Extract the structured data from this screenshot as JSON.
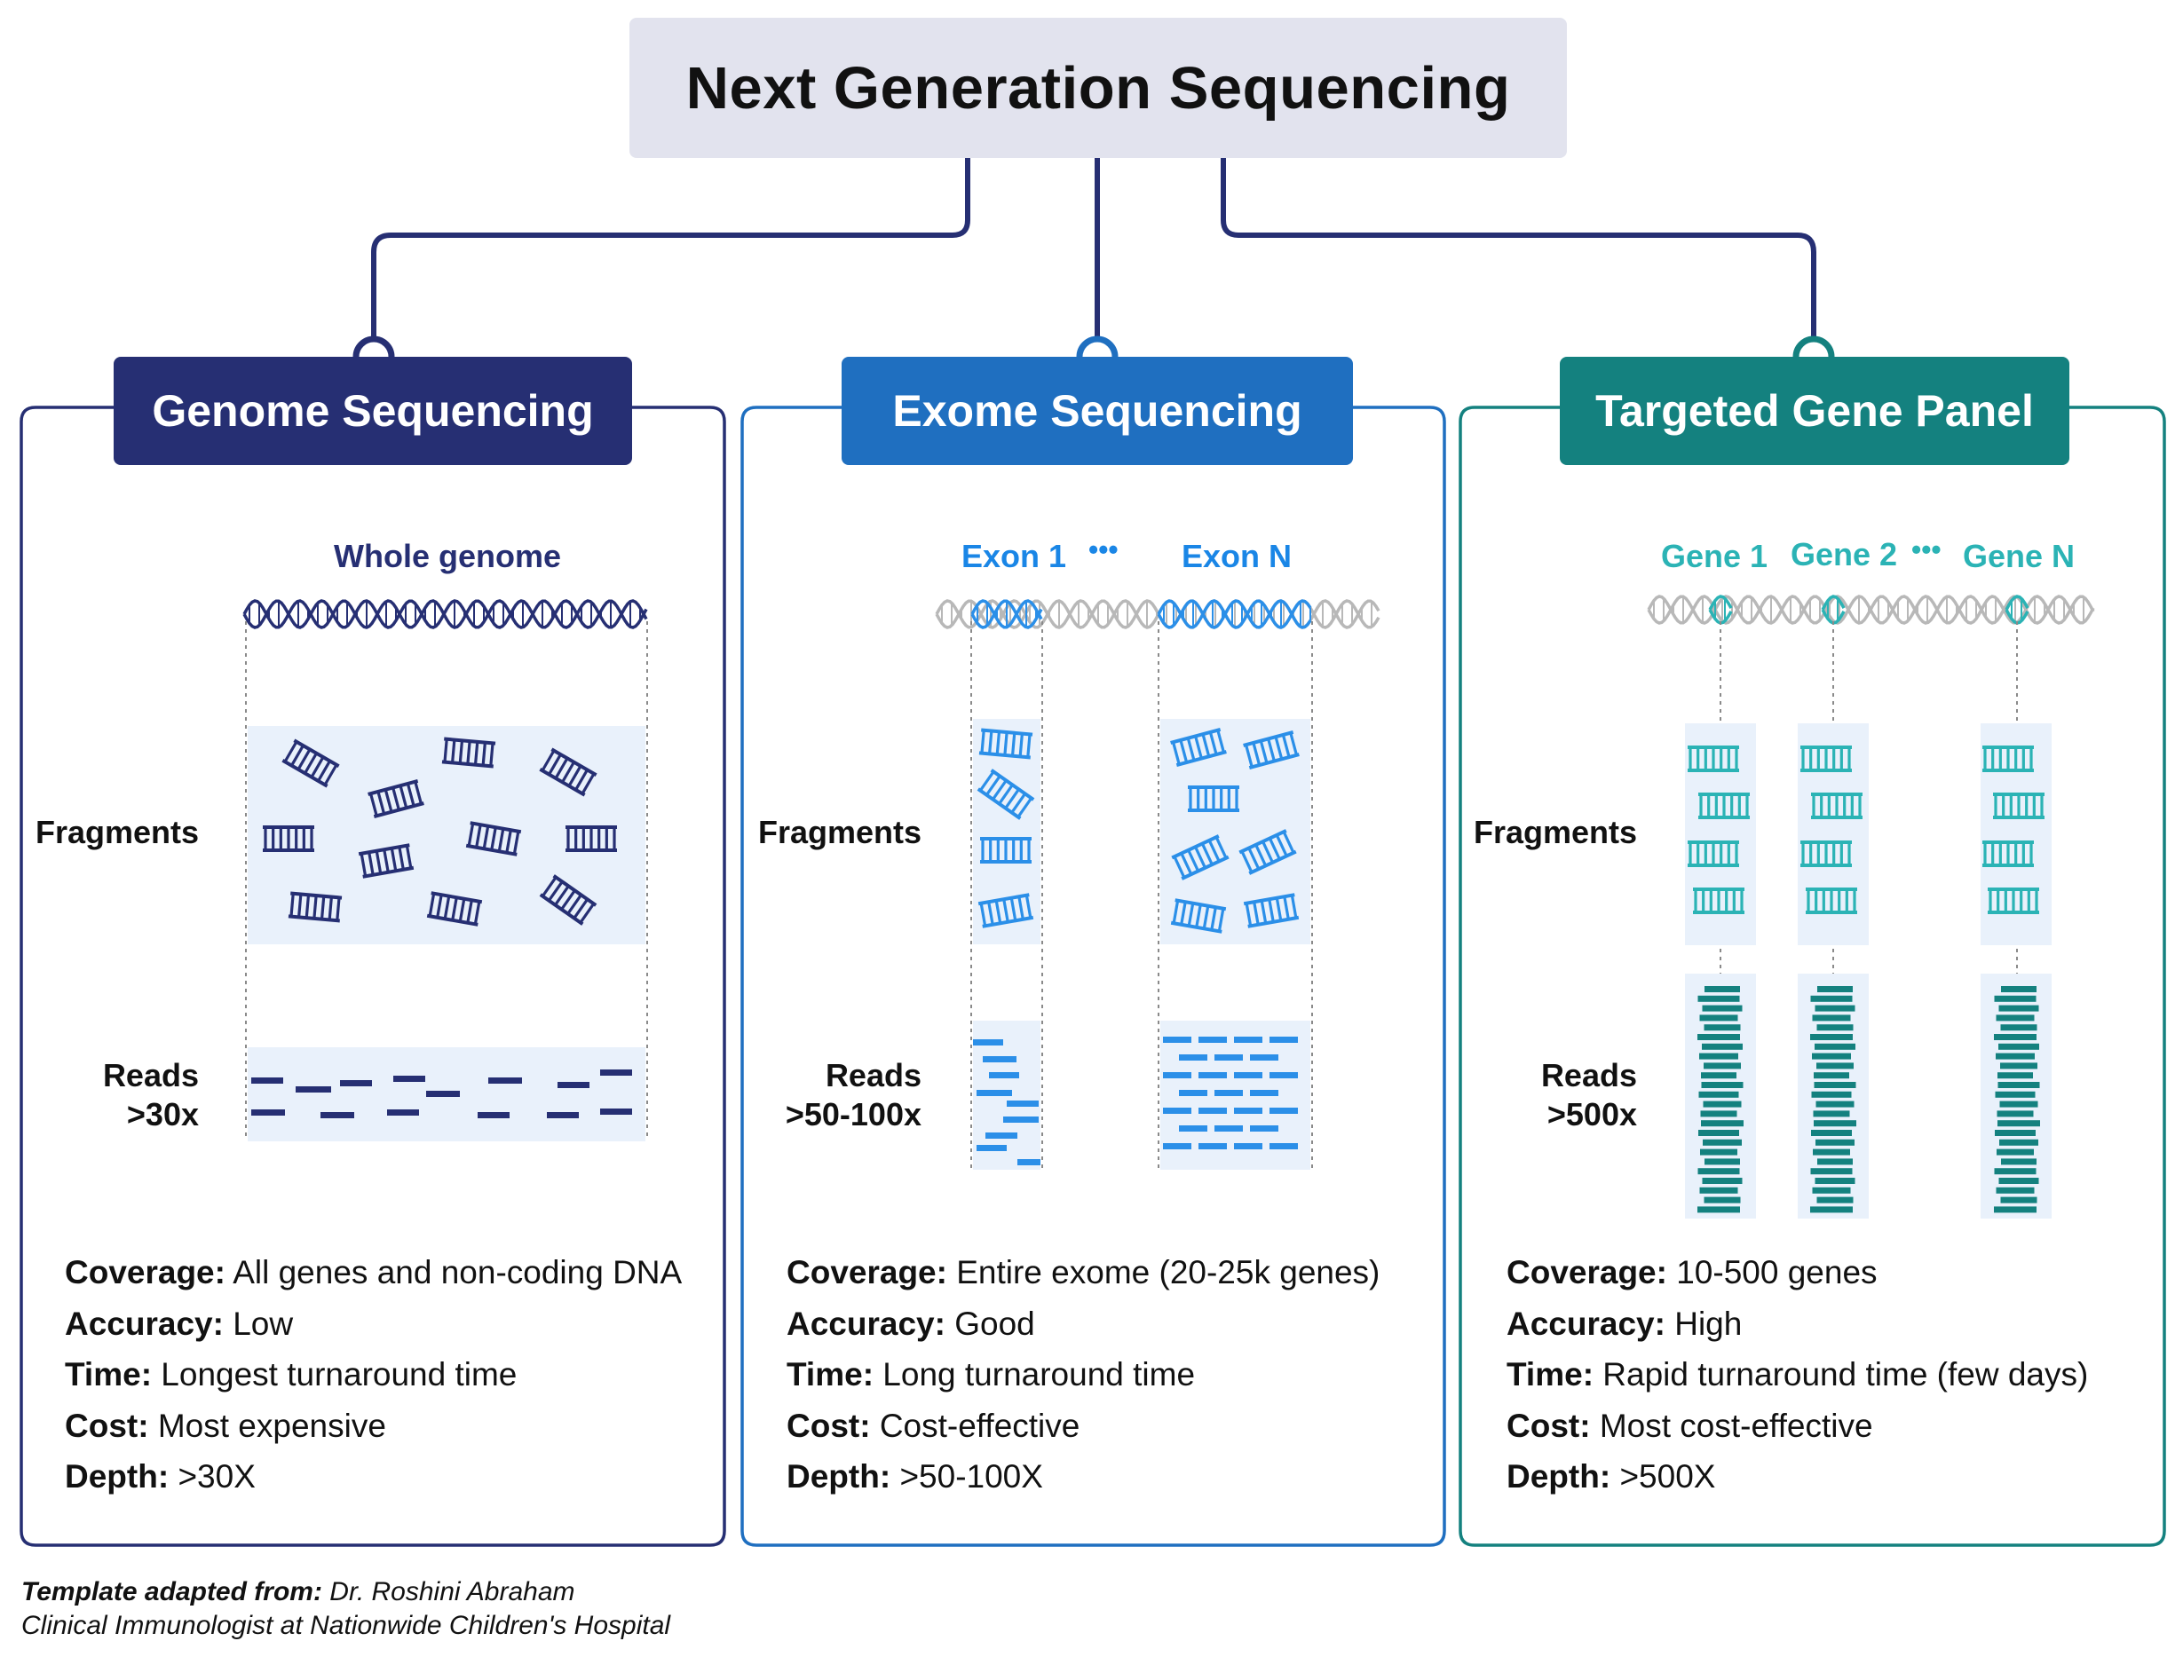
{
  "title": "Next Generation Sequencing",
  "colors": {
    "navy": "#262f73",
    "blue": "#1f6fc0",
    "blue_light": "#2b8fe8",
    "teal": "#14817f",
    "teal_light": "#2bb3b5",
    "grey_dna": "#b8b8b8",
    "panel_bg": "#e9f1fb",
    "title_bg": "#e2e3ee"
  },
  "panels": [
    {
      "heading": "Genome Sequencing",
      "header_color": "#262f73",
      "region_labels": [
        "Whole genome"
      ],
      "fragments_label": "Fragments",
      "reads_label": "Reads",
      "reads_depth": ">30x",
      "info": [
        {
          "key": "Coverage:",
          "value": "All genes and non-coding DNA"
        },
        {
          "key": "Accuracy:",
          "value": "Low"
        },
        {
          "key": "Time:",
          "value": "Longest turnaround time"
        },
        {
          "key": "Cost:",
          "value": "Most expensive"
        },
        {
          "key": "Depth:",
          "value": ">30X"
        }
      ]
    },
    {
      "heading": "Exome Sequencing",
      "header_color": "#1f6fc0",
      "region_labels": [
        "Exon 1",
        "Exon N"
      ],
      "ellipsis": "•••",
      "fragments_label": "Fragments",
      "reads_label": "Reads",
      "reads_depth": ">50-100x",
      "info": [
        {
          "key": "Coverage:",
          "value": "Entire exome (20-25k genes)"
        },
        {
          "key": "Accuracy:",
          "value": "Good"
        },
        {
          "key": "Time:",
          "value": "Long turnaround time"
        },
        {
          "key": "Cost:",
          "value": "Cost-effective"
        },
        {
          "key": "Depth:",
          "value": ">50-100X"
        }
      ]
    },
    {
      "heading": "Targeted Gene Panel",
      "header_color": "#14817f",
      "region_labels": [
        "Gene 1",
        "Gene 2",
        "Gene N"
      ],
      "ellipsis": "•••",
      "fragments_label": "Fragments",
      "reads_label": "Reads",
      "reads_depth": ">500x",
      "info": [
        {
          "key": "Coverage:",
          "value": "10-500 genes"
        },
        {
          "key": "Accuracy:",
          "value": "High"
        },
        {
          "key": "Time:",
          "value": "Rapid turnaround time (few days)"
        },
        {
          "key": "Cost:",
          "value": "Most cost-effective"
        },
        {
          "key": "Depth:",
          "value": ">500X"
        }
      ]
    }
  ],
  "credit": {
    "prefix": "Template adapted from:",
    "author": "Dr. Roshini Abraham",
    "role": "Clinical Immunologist at Nationwide Children's Hospital"
  }
}
